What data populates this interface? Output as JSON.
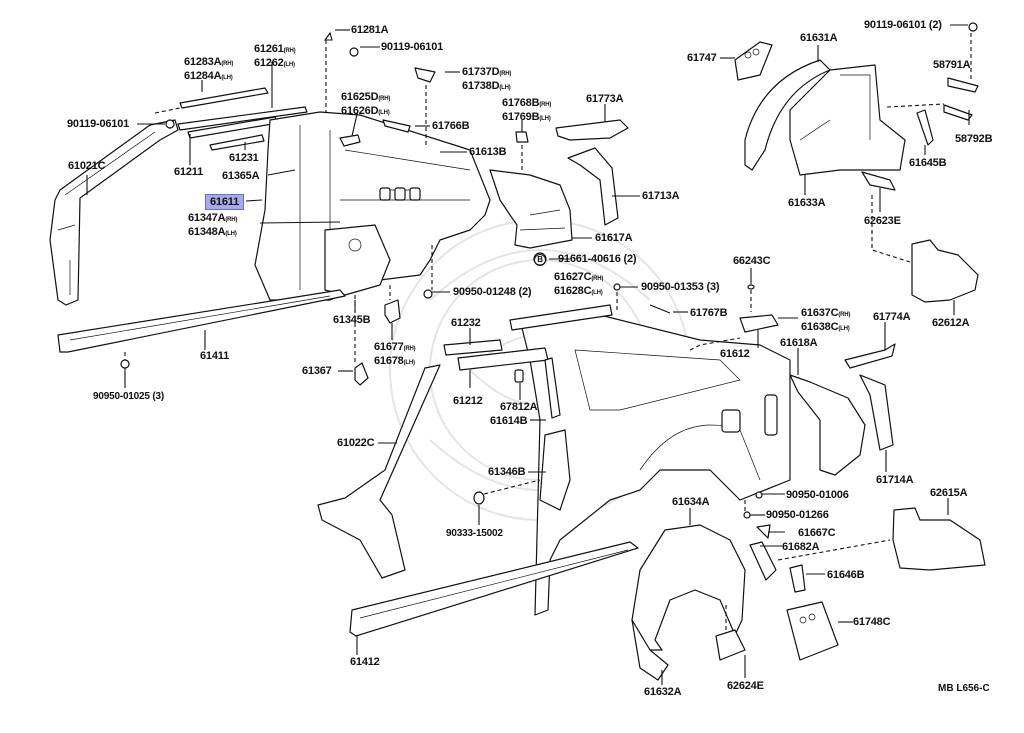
{
  "diagram": {
    "code": "MB L656-C",
    "highlighted_part": "61611",
    "callouts": [
      {
        "id": "c1",
        "lines": [
          "61281A"
        ]
      },
      {
        "id": "c2",
        "lines": [
          "90119-06101"
        ]
      },
      {
        "id": "c3",
        "lines": [
          "61283A",
          "61284A"
        ],
        "sides": [
          "(RH)",
          "(LH)"
        ]
      },
      {
        "id": "c4",
        "lines": [
          "61261",
          "61262"
        ],
        "sides": [
          "(RH)",
          "(LH)"
        ]
      },
      {
        "id": "c5",
        "lines": [
          "90119-06101"
        ]
      },
      {
        "id": "c6",
        "lines": [
          "61021C"
        ]
      },
      {
        "id": "c7",
        "lines": [
          "61211"
        ]
      },
      {
        "id": "c8",
        "lines": [
          "61231"
        ]
      },
      {
        "id": "c9",
        "lines": [
          "61365A"
        ]
      },
      {
        "id": "c10",
        "lines": [
          "61611"
        ]
      },
      {
        "id": "c11",
        "lines": [
          "61347A",
          "61348A"
        ],
        "sides": [
          "(RH)",
          "(LH)"
        ]
      },
      {
        "id": "c12",
        "lines": [
          "61625D",
          "61626D"
        ],
        "sides": [
          "(RH)",
          "(LH)"
        ]
      },
      {
        "id": "c13",
        "lines": [
          "61737D",
          "61738D"
        ],
        "sides": [
          "(RH)",
          "(LH)"
        ]
      },
      {
        "id": "c14",
        "lines": [
          "61766B"
        ]
      },
      {
        "id": "c15",
        "lines": [
          "61613B"
        ]
      },
      {
        "id": "c16",
        "lines": [
          "61768B",
          "61769B"
        ],
        "sides": [
          "(RH)",
          "(LH)"
        ]
      },
      {
        "id": "c17",
        "lines": [
          "61773A"
        ]
      },
      {
        "id": "c18",
        "lines": [
          "61713A"
        ]
      },
      {
        "id": "c19",
        "lines": [
          "61617A"
        ]
      },
      {
        "id": "c20",
        "lines": [
          "91661-40616 (2)"
        ]
      },
      {
        "id": "c21",
        "lines": [
          "61747"
        ]
      },
      {
        "id": "c22",
        "lines": [
          "61631A"
        ]
      },
      {
        "id": "c23",
        "lines": [
          "90119-06101 (2)"
        ]
      },
      {
        "id": "c24",
        "lines": [
          "58791A"
        ]
      },
      {
        "id": "c25",
        "lines": [
          "58792B"
        ]
      },
      {
        "id": "c26",
        "lines": [
          "61645B"
        ]
      },
      {
        "id": "c27",
        "lines": [
          "61633A"
        ]
      },
      {
        "id": "c28",
        "lines": [
          "62623E"
        ]
      },
      {
        "id": "c29",
        "lines": [
          "62612A"
        ]
      },
      {
        "id": "c30",
        "lines": [
          "90950-01248 (2)"
        ]
      },
      {
        "id": "c31",
        "lines": [
          "61627C",
          "61628C"
        ],
        "sides": [
          "(RH)",
          "(LH)"
        ]
      },
      {
        "id": "c32",
        "lines": [
          "90950-01353 (3)"
        ]
      },
      {
        "id": "c33",
        "lines": [
          "61767B"
        ]
      },
      {
        "id": "c34",
        "lines": [
          "66243C"
        ]
      },
      {
        "id": "c35",
        "lines": [
          "61637C",
          "61638C"
        ],
        "sides": [
          "(RH)",
          "(LH)"
        ]
      },
      {
        "id": "c36",
        "lines": [
          "61612"
        ]
      },
      {
        "id": "c37",
        "lines": [
          "61618A"
        ]
      },
      {
        "id": "c38",
        "lines": [
          "61774A"
        ]
      },
      {
        "id": "c39",
        "lines": [
          "61714A"
        ]
      },
      {
        "id": "c40",
        "lines": [
          "61345B"
        ]
      },
      {
        "id": "c41",
        "lines": [
          "61411"
        ]
      },
      {
        "id": "c42",
        "lines": [
          "90950-01025 (3)"
        ]
      },
      {
        "id": "c43",
        "lines": [
          "61677",
          "61678"
        ],
        "sides": [
          "(RH)",
          "(LH)"
        ]
      },
      {
        "id": "c44",
        "lines": [
          "61367"
        ]
      },
      {
        "id": "c45",
        "lines": [
          "61232"
        ]
      },
      {
        "id": "c46",
        "lines": [
          "61212"
        ]
      },
      {
        "id": "c47",
        "lines": [
          "67812A"
        ]
      },
      {
        "id": "c48",
        "lines": [
          "61614B"
        ]
      },
      {
        "id": "c49",
        "lines": [
          "61022C"
        ]
      },
      {
        "id": "c50",
        "lines": [
          "61346B"
        ]
      },
      {
        "id": "c51",
        "lines": [
          "90333-15002"
        ]
      },
      {
        "id": "c52",
        "lines": [
          "90950-01006"
        ]
      },
      {
        "id": "c53",
        "lines": [
          "90950-01266"
        ]
      },
      {
        "id": "c54",
        "lines": [
          "61667C"
        ]
      },
      {
        "id": "c55",
        "lines": [
          "61682A"
        ]
      },
      {
        "id": "c56",
        "lines": [
          "61646B"
        ]
      },
      {
        "id": "c57",
        "lines": [
          "61634A"
        ]
      },
      {
        "id": "c58",
        "lines": [
          "62615A"
        ]
      },
      {
        "id": "c59",
        "lines": [
          "61748C"
        ]
      },
      {
        "id": "c60",
        "lines": [
          "61632A"
        ]
      },
      {
        "id": "c61",
        "lines": [
          "62624E"
        ]
      },
      {
        "id": "c62",
        "lines": [
          "61412"
        ]
      }
    ],
    "bolt_symbol": "B"
  }
}
